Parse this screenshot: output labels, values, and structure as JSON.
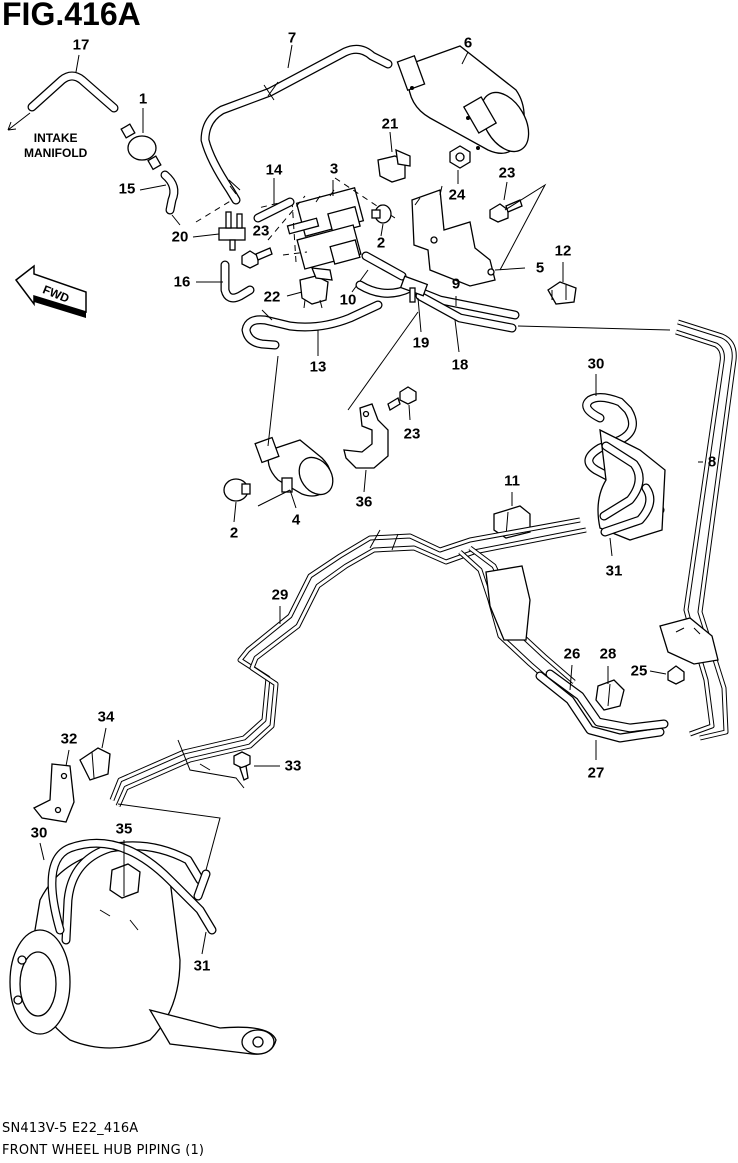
{
  "header": {
    "title": "FIG.416A"
  },
  "notes": {
    "intake_manifold": [
      "INTAKE",
      "MANIFOLD"
    ],
    "fwd": "FWD"
  },
  "callouts": [
    "17",
    "1",
    "15",
    "20",
    "16",
    "7",
    "6",
    "21",
    "14",
    "3",
    "23",
    "24",
    "2",
    "5",
    "12",
    "22",
    "10",
    "9",
    "19",
    "13",
    "18",
    "23",
    "23",
    "36",
    "2",
    "4",
    "11",
    "30",
    "31",
    "8",
    "29",
    "26",
    "28",
    "25",
    "27",
    "34",
    "32",
    "33",
    "30",
    "35",
    "31"
  ],
  "footer": {
    "code": "SN413V-5 E22_416A",
    "caption": "FRONT WHEEL HUB PIPING (1)"
  }
}
